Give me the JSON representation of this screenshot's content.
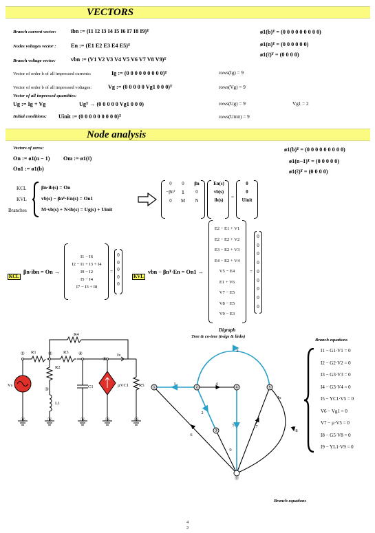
{
  "sections": {
    "vectors": "VECTORS",
    "node": "Node analysis"
  },
  "vec": {
    "r1": {
      "label": "Branch current vector:",
      "lhs": "ibn := (I1 I2 I3 I4 I5 I6 I7 I8 I9)ᵀ",
      "rhs": "ø1(b)ᵀ = (0 0 0 0 0 0 0 0 0)"
    },
    "r2": {
      "label": "Nodes voltages vector :",
      "lhs": "En := (E1 E2 E3 E4 E5)ᵀ",
      "rhs": "ø1(n)ᵀ = (0 0 0 0 0 0)"
    },
    "r3": {
      "label": "Branch voltage vector:",
      "lhs": "vbn := (V1 V2 V3 V4 V5 V6 V7 V8 V9)ᵀ",
      "rhs": "ø1(ℓ)ᵀ = (0 0 0 0)"
    },
    "r4": {
      "label": "Vector of order b of all impressed currents:",
      "lhs": "Ig := (0 0 0 0 0 0 0 0 0)ᵀ",
      "rows": "rows(Ig) = 9"
    },
    "r5": {
      "label": "Vector of order b of all impressed voltages:",
      "lhs": "Vg := (0 0 0 0 0 Vg1 0 0 0)ᵀ",
      "rows": "rows(Vg) = 9"
    },
    "r6": {
      "label": "Vector of all impressed quantities:",
      "lhs": "Ug := Ig + Vg",
      "mid": "Ugᵀ → (0 0 0 0 0 Vg1 0 0 0)",
      "rows": "rows(Ug) = 9",
      "extra": "Vg1 = 2"
    },
    "r7": {
      "label": "Initial conditions:",
      "lhs": "Uinit := (0 0 0 0 0 0 0 0 0)ᵀ",
      "rows": "rows(Uinit) = 9"
    }
  },
  "node": {
    "zeros_label": "Vectors of zeros:",
    "z1": "On := ø1(n − 1)",
    "z2": "Om := ø1(ℓ)",
    "z3": "On1 := ø1(b)",
    "zr1": "ø1(b)ᵀ = (0 0 0 0 0 0 0 0 0)",
    "zr2": "ø1(n−1)ᵀ = (0 0 0 0 0)",
    "zr3": "ø1(ℓ)ᵀ = (0 0 0 0)",
    "kcl": "KCL",
    "kvl": "KVL",
    "branches": "Branches",
    "e1": "βn·ib(s) = On",
    "e2": "vb(s) − βnᵀ·En(s) = On1",
    "e3": "M·vb(s) + N·ib(s) = Ug(s) + Uinit",
    "m11": "0",
    "m12": "0",
    "m13": "βn",
    "m21": "−βnᵀ",
    "m22": "𝟙",
    "m23": "0",
    "m31": "0",
    "m32": "M",
    "m33": "N",
    "x1": "En(s)",
    "x2": "vb(s)",
    "x3": "ib(s)",
    "r1": "0",
    "r2": "0",
    "r3": "Uinit",
    "kcl_tag": "KCL",
    "kcl_eq": "βn·ibn = On →",
    "kcl_col": [
      "I1 − I6",
      "I2 − I1 + I3 + I4",
      "I9 − I2",
      "I5 − I4",
      "I7 − I3 + I8"
    ],
    "kvl_tag": "KVL",
    "kvl_eq": "vbn − βnᵀ·En = On1 →",
    "kvl_col": [
      "E2 − E1 + V1",
      "E2 − E2 + V2",
      "E3 − E2 + V3",
      "E4 − E2 + V4",
      "V5 − E4",
      "E1 + V6",
      "V7 − E5",
      "V8 − E5",
      "V9 − E3"
    ],
    "zero": "0"
  },
  "circuit": {
    "r1": "R1",
    "r2": "R2",
    "r3": "R3",
    "r4": "R4",
    "r5": "R5",
    "vs": "Vs",
    "l1": "L1",
    "c1": "C1",
    "ix": "Ix",
    "mu": "µVC1",
    "nodes": [
      "①",
      "②",
      "③",
      "④",
      "⑤",
      "⓪"
    ]
  },
  "digraph": {
    "title1": "Digraph",
    "title2": "Tree & co-tree (twigs & links)",
    "nodes": [
      "①",
      "②",
      "③",
      "④",
      "⑤",
      "⓪"
    ],
    "edges": [
      "1",
      "2",
      "3",
      "4",
      "5",
      "6",
      "7",
      "8",
      "9"
    ],
    "ix": "Ix"
  },
  "branch_eq": {
    "title": "Branch equations",
    "items": [
      "I1 − G1·V1 = 0",
      "I2 − G2·V2 = 0",
      "I3 − G3·V3 = 0",
      "I4 − G3·V4 = 0",
      "I5 − YC1·V5 = 0",
      "V6 − Vg1 = 0",
      "V7 − µ·V5 = 0",
      "I8 − G5·V8 = 0",
      "I9 − YL1·V9 = 0"
    ]
  },
  "footer": {
    "caption": "Branch equations",
    "page_top": "4",
    "page_bottom": "3"
  },
  "colors": {
    "banner": "#fbfb82",
    "tree": "#2aa0c8",
    "source": "#e0302a",
    "highlight": "#ffff60"
  }
}
